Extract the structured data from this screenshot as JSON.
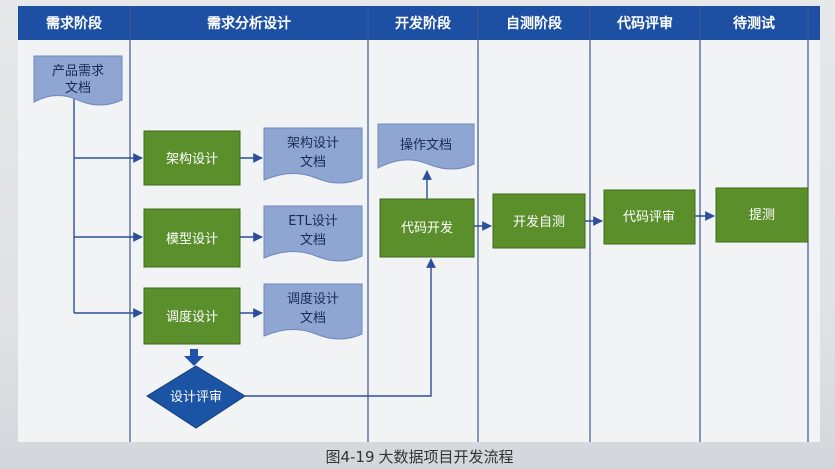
{
  "lanes": [
    "需求阶段",
    "需求分析设计",
    "开发阶段",
    "自测阶段",
    "代码评审",
    "待测试"
  ],
  "nodes": {
    "prd_doc": [
      "产品需求",
      "文档"
    ],
    "arch_design": "架构设计",
    "arch_doc": [
      "架构设计",
      "文档"
    ],
    "model_design": "模型设计",
    "etl_doc": [
      "ETL设计",
      "文档"
    ],
    "sched_design": "调度设计",
    "sched_doc": [
      "调度设计",
      "文档"
    ],
    "design_review": "设计评审",
    "ops_doc": "操作文档",
    "coding": "代码开发",
    "self_test": "开发自测",
    "code_review": "代码评审",
    "submit_test": "提测"
  },
  "caption": {
    "figure": "图4-19",
    "title": "大数据项目开发流程"
  },
  "colors": {
    "header": "#1d4fa3",
    "process": "#5b8f2c",
    "document": "#8fa6d3",
    "decision": "#1b53a5"
  }
}
